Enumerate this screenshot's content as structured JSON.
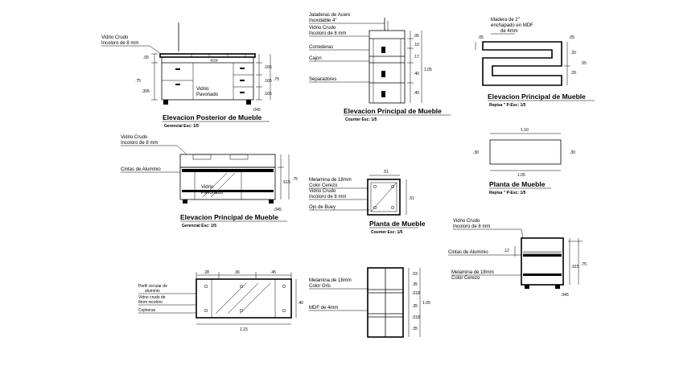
{
  "drawings": {
    "rear_elevation": {
      "title": "Elevacion Posterior de Mueble",
      "subtitle": "Gerencial Esc: 1/5",
      "notes": [
        "Vidrio Crudo",
        "Incoloro de 8 mm"
      ],
      "glass_label": [
        "Vidrio",
        "Pavonado"
      ],
      "dims_left": [
        ".05",
        ".75",
        ".395"
      ],
      "dims_right": [
        ".165",
        ".165",
        ".165"
      ],
      "dim_right_total": ".75",
      "dim_bottom": ".045"
    },
    "front_elevation_counter": {
      "title": "Elevacion Principal de Mueble",
      "subtitle": "Counter Esc: 1/5",
      "notes": [
        "Jaladeras de Acero",
        "Inoxidable 4\"",
        "Vidrio Crudo",
        "Incoloro de 8 mm"
      ],
      "labels": [
        "Correderas",
        "Cajon",
        "Separadores"
      ],
      "dims_right": [
        ".05",
        ".10",
        ".17",
        ".40",
        ".40"
      ],
      "dim_right_total": "1.05"
    },
    "detail_mdf": {
      "title": "Elevacion Principal de Mueble",
      "subtitle": "Repisa \" P-Esc: 1/5",
      "notes": [
        "Madera de 2\"",
        "enchapado en MDF",
        "de 4mm"
      ],
      "dims": [
        ".05",
        ".05",
        ".20",
        ".20",
        ".55"
      ]
    },
    "plan_shelf": {
      "title": "Planta de Mueble",
      "subtitle": "Repisa \" P-Esc: 1/5",
      "dim_top": "1.10",
      "dim_bottom": "1.05",
      "dim_left": ".30",
      "dim_right": ".30"
    },
    "front_elevation_manager": {
      "title": "Elevacion Principal de Mueble",
      "subtitle": "Gerencial Esc: 1/5",
      "notes": [
        "Vidrio Crudo",
        "Incoloro de 8 mm",
        "Cintas de Aluminio"
      ],
      "glass_label": [
        "Vidrio",
        "Pavonado"
      ],
      "dims_right": [
        ".615",
        ".75"
      ],
      "dim_bottom": ".045"
    },
    "plan_counter": {
      "title": "Planta de Mueble",
      "subtitle": "Counter Esc: 1/5",
      "notes": [
        "Melamina de 18mm",
        "Color Cerezo",
        "Vidrio Crudo",
        "Incoloro de 8 mm",
        "Ojo de Buey"
      ],
      "dim_top": ".51",
      "dim_right": ".51"
    },
    "side_elevation": {
      "notes": [
        "Vidrio Crudo",
        "Incoloro de 8 mm",
        "Cintas de Aluminio",
        "Melamina de 18mm",
        "Color Cerezo"
      ],
      "dims": [
        ".12",
        ".615",
        ".75",
        ".045"
      ]
    },
    "glass_top_plan": {
      "notes": [
        "Perfil circular de",
        "aluminio",
        "Vidrio crudo de",
        "8mm incoloro",
        "Cojineras"
      ],
      "dims_top": [
        ".28",
        ".36",
        ".45"
      ],
      "dim_bottom": "1.15",
      "dim_left": ".40"
    },
    "shelf_cabinet": {
      "notes": [
        "Melamina de 18mm",
        "Color Gris",
        "MDF de 4mm"
      ],
      "dims_right": [
        ".03",
        ".35",
        ".018",
        ".35",
        ".018",
        ".35"
      ],
      "dim_right_total": "1.05"
    }
  }
}
